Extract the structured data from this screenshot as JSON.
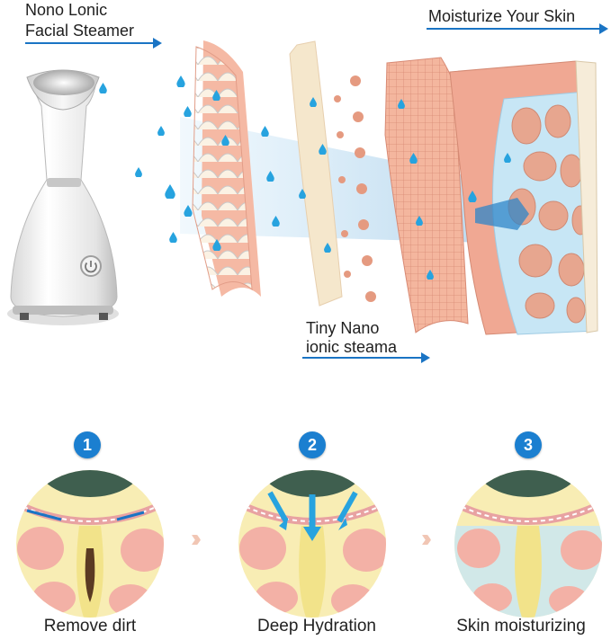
{
  "labels": {
    "device_line1": "Nono Lonic",
    "device_line2": "Facial Steamer",
    "moisturize": "Moisturize Your Skin",
    "nano_line1": "Tiny Nano",
    "nano_line2": "ionic steama"
  },
  "steps": [
    {
      "number": "1",
      "label": "Remove dirt"
    },
    {
      "number": "2",
      "label": "Deep Hydration"
    },
    {
      "number": "3",
      "label": "Skin moisturizing"
    }
  ],
  "colors": {
    "accent_blue": "#1a74c4",
    "badge_blue": "#1b7fd0",
    "droplet_blue": "#2aa6e0",
    "skin_pink": "#f0a893",
    "fat_yellow": "#f8edb4",
    "dermis_green": "#3f5f4f"
  },
  "icons": [
    "power-icon",
    "water-droplet-icon",
    "chevron-right-icon"
  ]
}
